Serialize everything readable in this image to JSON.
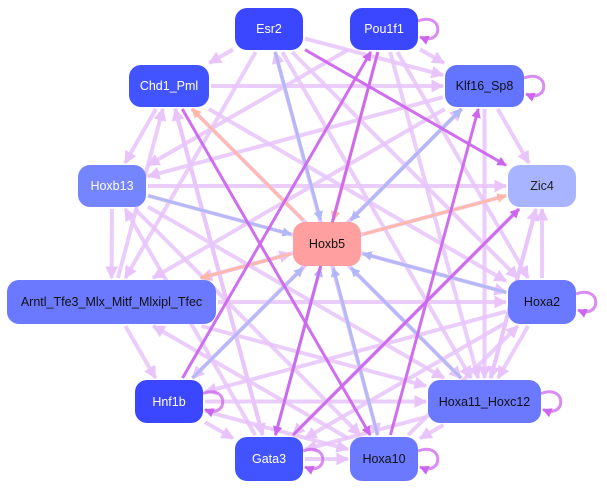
{
  "graph": {
    "nodes": [
      {
        "id": "esr2",
        "label": "Esr2",
        "color": "#3a47ff",
        "text_color": "#ffffff"
      },
      {
        "id": "pou1f1",
        "label": "Pou1f1",
        "color": "#3a47ff",
        "text_color": "#ffffff"
      },
      {
        "id": "chd1",
        "label": "Chd1_Pml",
        "color": "#4254ff",
        "text_color": "#ffffff"
      },
      {
        "id": "klf16",
        "label": "Klf16_Sp8",
        "color": "#6374ff",
        "text_color": "#111111"
      },
      {
        "id": "hoxb13",
        "label": "Hoxb13",
        "color": "#7584ff",
        "text_color": "#ffffff"
      },
      {
        "id": "zic4",
        "label": "Zic4",
        "color": "#a8b4ff",
        "text_color": "#222222"
      },
      {
        "id": "hoxb5",
        "label": "Hoxb5",
        "color": "#ff9f9f",
        "text_color": "#111111"
      },
      {
        "id": "amtl",
        "label": "Arntl_Tfe3_Mlx_Mitf_Mlxipl_Tfec",
        "color": "#6a79ff",
        "text_color": "#111111"
      },
      {
        "id": "hoxa2",
        "label": "Hoxa2",
        "color": "#6a79ff",
        "text_color": "#111111"
      },
      {
        "id": "hnf1b",
        "label": "Hnf1b",
        "color": "#3a47ff",
        "text_color": "#ffffff"
      },
      {
        "id": "hoxa11",
        "label": "Hoxa11_Hoxc12",
        "color": "#6a79ff",
        "text_color": "#111111"
      },
      {
        "id": "gata3",
        "label": "Gata3",
        "color": "#4254ff",
        "text_color": "#ffffff"
      },
      {
        "id": "hoxa10",
        "label": "Hoxa10",
        "color": "#6a79ff",
        "text_color": "#111111"
      }
    ],
    "edge_colors": {
      "lavender": "#e8c4fb",
      "violet": "#cc66ee",
      "blue": "#b0b8f5",
      "salmon": "#ffb8a8"
    },
    "edges": [
      {
        "from": "esr2",
        "to": "hoxb5",
        "color": "blue"
      },
      {
        "from": "pou1f1",
        "to": "hoxb5",
        "color": "salmon"
      },
      {
        "from": "klf16",
        "to": "hoxb5",
        "color": "blue"
      },
      {
        "from": "hoxb13",
        "to": "hoxb5",
        "color": "blue"
      },
      {
        "from": "hoxa2",
        "to": "hoxb5",
        "color": "blue"
      },
      {
        "from": "hoxa11",
        "to": "hoxb5",
        "color": "blue"
      },
      {
        "from": "hoxa10",
        "to": "hoxb5",
        "color": "blue"
      },
      {
        "from": "gata3",
        "to": "hoxb5",
        "color": "blue"
      },
      {
        "from": "hnf1b",
        "to": "hoxb5",
        "color": "blue"
      },
      {
        "from": "amtl",
        "to": "hoxb5",
        "color": "lavender"
      },
      {
        "from": "hoxb5",
        "to": "chd1",
        "color": "salmon"
      },
      {
        "from": "hoxb5",
        "to": "zic4",
        "color": "salmon"
      },
      {
        "from": "hoxb5",
        "to": "amtl",
        "color": "salmon"
      },
      {
        "from": "hoxb5",
        "to": "klf16",
        "color": "blue"
      },
      {
        "from": "gata3",
        "to": "zic4",
        "color": "violet"
      },
      {
        "from": "hoxa10",
        "to": "klf16",
        "color": "violet"
      },
      {
        "from": "pou1f1",
        "to": "gata3",
        "color": "violet"
      },
      {
        "from": "esr2",
        "to": "zic4",
        "color": "violet"
      },
      {
        "from": "hnf1b",
        "to": "pou1f1",
        "color": "violet"
      },
      {
        "from": "chd1",
        "to": "hoxa10",
        "color": "violet"
      },
      {
        "from": "esr2",
        "to": "hoxa11",
        "color": "lavender"
      },
      {
        "from": "esr2",
        "to": "hoxa10",
        "color": "lavender"
      },
      {
        "from": "esr2",
        "to": "chd1",
        "color": "lavender"
      },
      {
        "from": "esr2",
        "to": "klf16",
        "color": "lavender"
      },
      {
        "from": "esr2",
        "to": "hoxa2",
        "color": "lavender"
      },
      {
        "from": "esr2",
        "to": "amtl",
        "color": "lavender"
      },
      {
        "from": "pou1f1",
        "to": "klf16",
        "color": "lavender"
      },
      {
        "from": "pou1f1",
        "to": "hoxa2",
        "color": "lavender"
      },
      {
        "from": "pou1f1",
        "to": "hoxb13",
        "color": "lavender"
      },
      {
        "from": "pou1f1",
        "to": "hoxa11",
        "color": "lavender"
      },
      {
        "from": "chd1",
        "to": "klf16",
        "color": "lavender"
      },
      {
        "from": "chd1",
        "to": "hoxa2",
        "color": "lavender"
      },
      {
        "from": "chd1",
        "to": "hoxa11",
        "color": "lavender"
      },
      {
        "from": "chd1",
        "to": "gata3",
        "color": "lavender"
      },
      {
        "from": "chd1",
        "to": "hoxb13",
        "color": "lavender"
      },
      {
        "from": "klf16",
        "to": "zic4",
        "color": "lavender"
      },
      {
        "from": "klf16",
        "to": "hoxa11",
        "color": "lavender"
      },
      {
        "from": "klf16",
        "to": "hoxb13",
        "color": "lavender"
      },
      {
        "from": "klf16",
        "to": "amtl",
        "color": "lavender"
      },
      {
        "from": "klf16",
        "to": "hnf1b",
        "color": "lavender"
      },
      {
        "from": "hoxb13",
        "to": "zic4",
        "color": "lavender"
      },
      {
        "from": "hoxb13",
        "to": "hoxa2",
        "color": "lavender"
      },
      {
        "from": "hoxb13",
        "to": "hoxa11",
        "color": "lavender"
      },
      {
        "from": "hoxb13",
        "to": "amtl",
        "color": "lavender"
      },
      {
        "from": "hoxb13",
        "to": "hoxa10",
        "color": "lavender"
      },
      {
        "from": "zic4",
        "to": "amtl",
        "color": "lavender"
      },
      {
        "from": "zic4",
        "to": "gata3",
        "color": "lavender"
      },
      {
        "from": "zic4",
        "to": "hoxa11",
        "color": "lavender"
      },
      {
        "from": "amtl",
        "to": "hoxa2",
        "color": "lavender"
      },
      {
        "from": "amtl",
        "to": "hoxa11",
        "color": "lavender"
      },
      {
        "from": "amtl",
        "to": "hnf1b",
        "color": "lavender"
      },
      {
        "from": "amtl",
        "to": "chd1",
        "color": "lavender"
      },
      {
        "from": "hoxa2",
        "to": "zic4",
        "color": "lavender"
      },
      {
        "from": "hoxa2",
        "to": "hoxa11",
        "color": "lavender"
      },
      {
        "from": "hoxa2",
        "to": "gata3",
        "color": "lavender"
      },
      {
        "from": "hoxa2",
        "to": "hnf1b",
        "color": "lavender"
      },
      {
        "from": "hnf1b",
        "to": "gata3",
        "color": "lavender"
      },
      {
        "from": "hnf1b",
        "to": "hoxa10",
        "color": "lavender"
      },
      {
        "from": "hnf1b",
        "to": "hoxa11",
        "color": "lavender"
      },
      {
        "from": "hnf1b",
        "to": "klf16",
        "color": "lavender"
      },
      {
        "from": "hoxa11",
        "to": "hoxa10",
        "color": "lavender"
      },
      {
        "from": "hoxa11",
        "to": "gata3",
        "color": "lavender"
      },
      {
        "from": "hoxa11",
        "to": "zic4",
        "color": "lavender"
      },
      {
        "from": "gata3",
        "to": "hoxa10",
        "color": "lavender"
      },
      {
        "from": "gata3",
        "to": "hoxb13",
        "color": "lavender"
      },
      {
        "from": "gata3",
        "to": "chd1",
        "color": "lavender"
      },
      {
        "from": "hoxa10",
        "to": "amtl",
        "color": "lavender"
      },
      {
        "from": "hoxa10",
        "to": "esr2",
        "color": "lavender"
      },
      {
        "from": "hoxa10",
        "to": "hoxa2",
        "color": "lavender"
      },
      {
        "from": "hoxb5",
        "to": "hoxa2",
        "color": "lavender"
      },
      {
        "from": "hoxb5",
        "to": "hoxa11",
        "color": "lavender"
      }
    ],
    "self_loops": [
      "pou1f1",
      "klf16",
      "hoxa2",
      "hoxa11",
      "gata3",
      "hoxa10",
      "hnf1b"
    ]
  }
}
